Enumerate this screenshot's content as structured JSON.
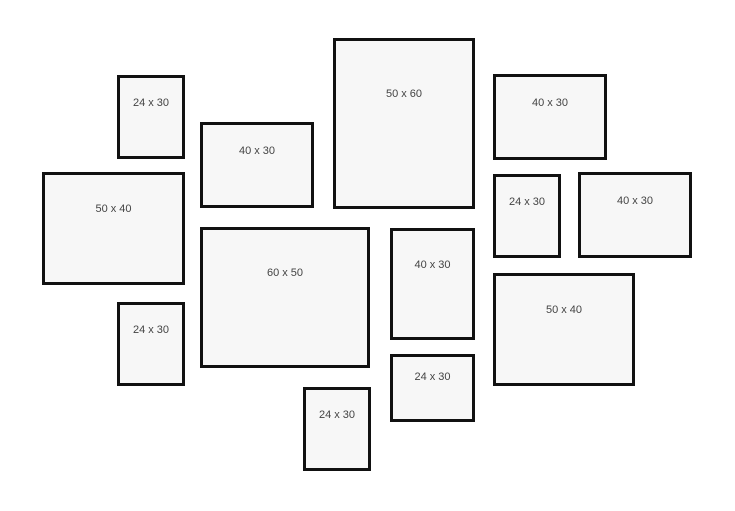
{
  "frames": [
    {
      "label": "24 x 30"
    },
    {
      "label": "40 x 30"
    },
    {
      "label": "50 x 60"
    },
    {
      "label": "40 x 30"
    },
    {
      "label": "50 x 40"
    },
    {
      "label": "24 x 30"
    },
    {
      "label": "40 x 30"
    },
    {
      "label": "60 x 50"
    },
    {
      "label": "40 x 30"
    },
    {
      "label": "50 x 40"
    },
    {
      "label": "24 x 30"
    },
    {
      "label": "24 x 30"
    },
    {
      "label": "24 x 30"
    }
  ]
}
